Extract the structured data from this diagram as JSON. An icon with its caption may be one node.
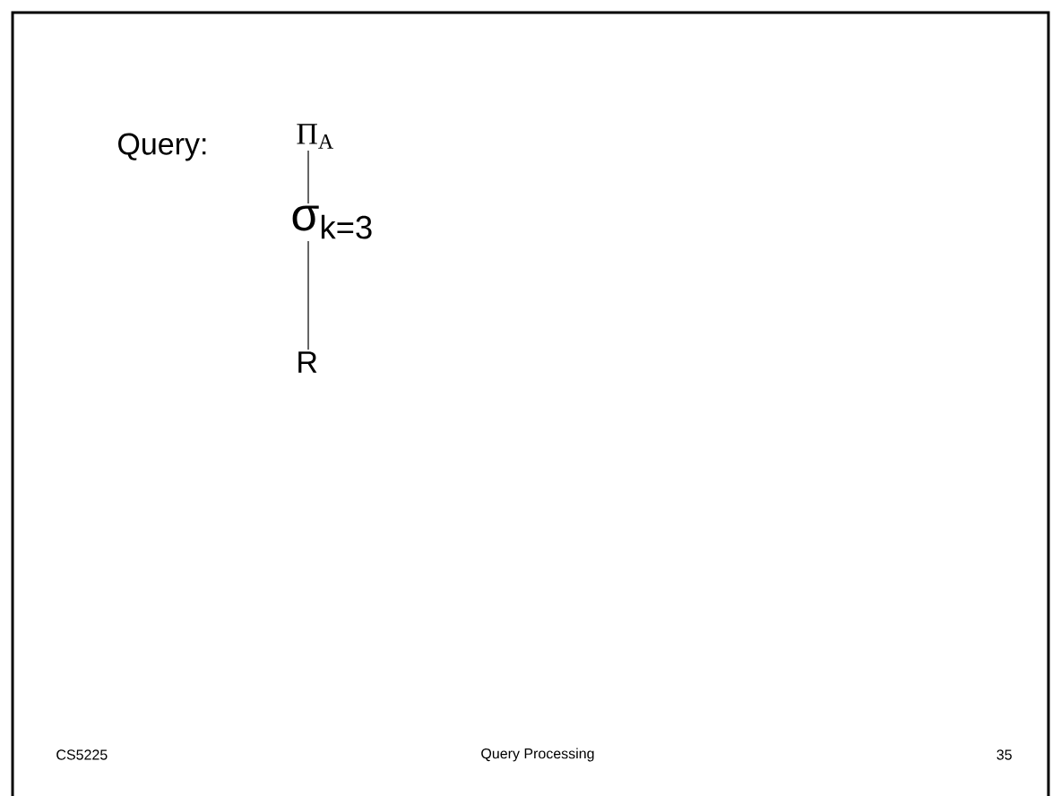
{
  "diagram": {
    "nodes": [
      {
        "text": [
          "Π$_{A}$"
        ]
      },
      {
        "text": [
          "σ$_{k=3}$"
        ]
      },
      {
        "text": [
          "R"
        ]
      }
    ],
    "edges": [
      {
        "from": 0,
        "to": 1,
        "arrow": "none"
      },
      {
        "from": 1,
        "to": 2,
        "arrow": "none"
      }
    ],
    "labels": [
      "Query:",
      "CS5225",
      "Query Processing",
      "35"
    ]
  }
}
